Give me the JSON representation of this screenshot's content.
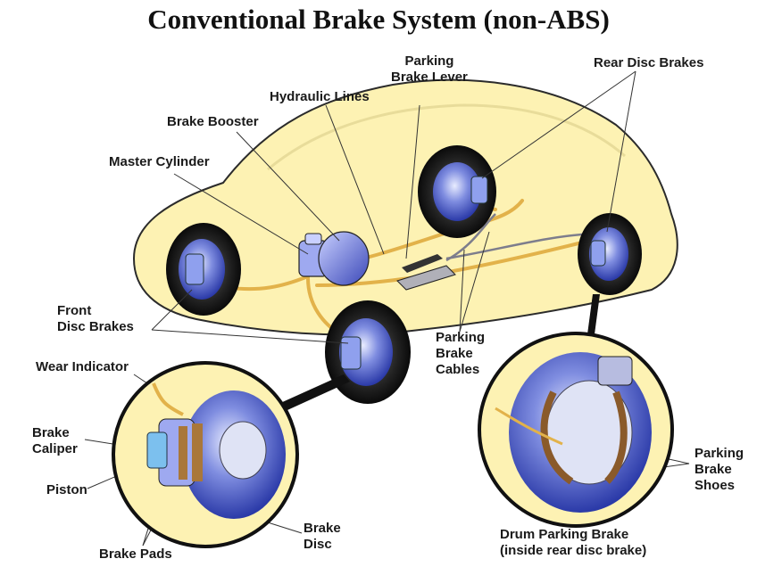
{
  "title": "Conventional Brake System (non-ABS)",
  "labels": {
    "parking_brake_lever": [
      "Parking",
      "Brake Lever"
    ],
    "rear_disc_brakes": "Rear Disc Brakes",
    "hydraulic_lines": "Hydraulic Lines",
    "brake_booster": "Brake Booster",
    "master_cylinder": "Master Cylinder",
    "front_disc_brakes": [
      "Front",
      "Disc Brakes"
    ],
    "parking_brake_cables": [
      "Parking",
      "Brake",
      "Cables"
    ],
    "wear_indicator": "Wear Indicator",
    "brake_caliper": [
      "Brake",
      "Caliper"
    ],
    "piston": "Piston",
    "brake_pads": "Brake Pads",
    "brake_disc": [
      "Brake",
      "Disc"
    ],
    "parking_brake_shoes": [
      "Parking",
      "Brake",
      "Shoes"
    ],
    "drum_parking_brake": [
      "Drum Parking Brake",
      "(inside rear disc brake)"
    ]
  },
  "colors": {
    "car_body": "#fdf2b3",
    "car_outline": "#2b2b2b",
    "brake_line": "#e2b24a",
    "rotor_blue": "#4a5cc8",
    "tire": "#1a1a1a"
  }
}
